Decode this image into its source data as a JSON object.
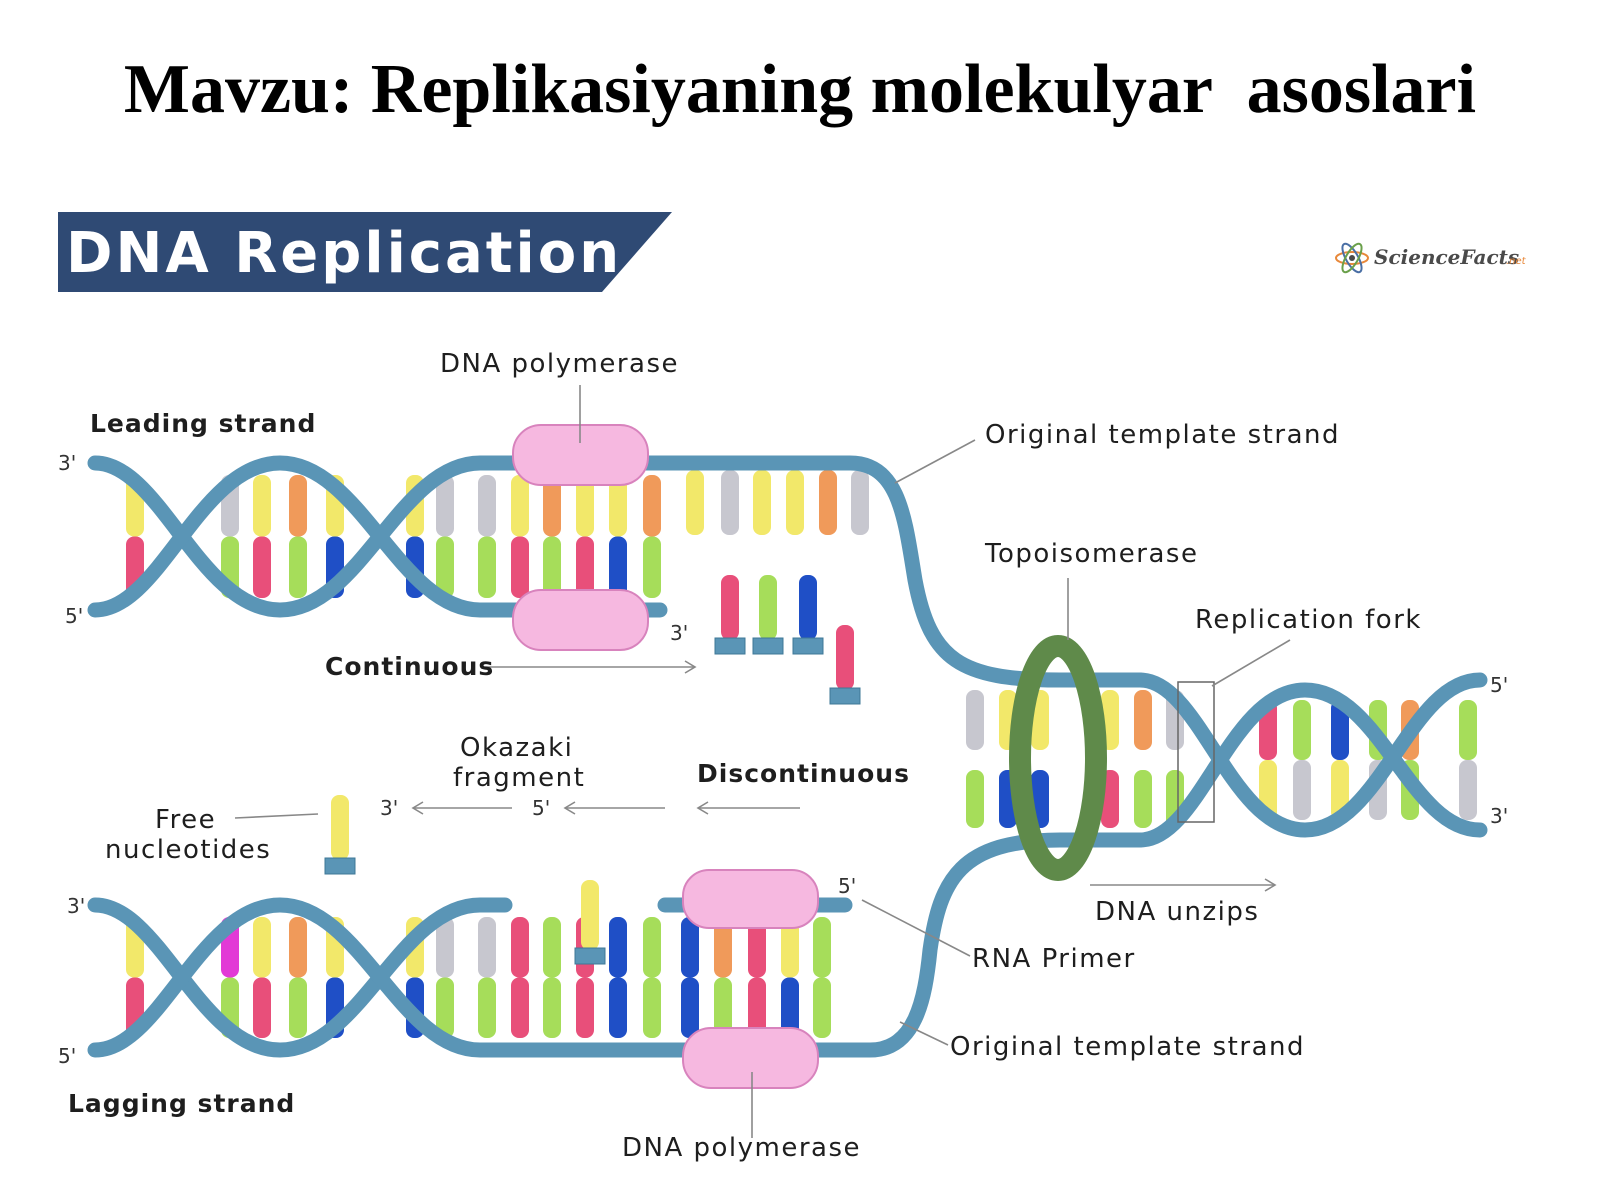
{
  "slide_title": "Mavzu: Replikasiyaning molekulyar  asoslari",
  "banner_title": "DNA Replication",
  "logo": {
    "text": "ScienceFacts",
    "suffix": ".net"
  },
  "labels": {
    "dna_polymerase_top": "DNA polymerase",
    "leading_strand": "Leading strand",
    "original_template_top": "Original template strand",
    "topoisomerase": "Topoisomerase",
    "replication_fork": "Replication fork",
    "continuous": "Continuous",
    "okazaki_line1": "Okazaki",
    "okazaki_line2": "fragment",
    "discontinuous": "Discontinuous",
    "free_line1": "Free",
    "free_line2": "nucleotides",
    "dna_unzips": "DNA unzips",
    "rna_primer": "RNA Primer",
    "original_template_bottom": "Original template strand",
    "lagging_strand": "Lagging strand",
    "dna_polymerase_bottom": "DNA polymerase"
  },
  "end_labels": {
    "top_left_3": "3'",
    "top_left_5": "5'",
    "bottom_left_3": "3'",
    "bottom_left_5": "5'",
    "right_5": "5'",
    "right_3": "3'",
    "leading_new_3": "3'",
    "okazaki_3": "3'",
    "okazaki_5": "5'",
    "primer_5": "5'"
  },
  "colors": {
    "banner": "#2f4a74",
    "strand": "#5a95b6",
    "polymerase": "#f6b8e0",
    "topoisomerase": "#5f8a4a",
    "base_yellow": "#f2e86a",
    "base_green": "#a6dd5a",
    "base_red": "#e84f7a",
    "base_blue": "#1f4fc6",
    "base_orange": "#f09a5a",
    "base_gray": "#c7c7cf",
    "base_magenta": "#e23ad6"
  }
}
